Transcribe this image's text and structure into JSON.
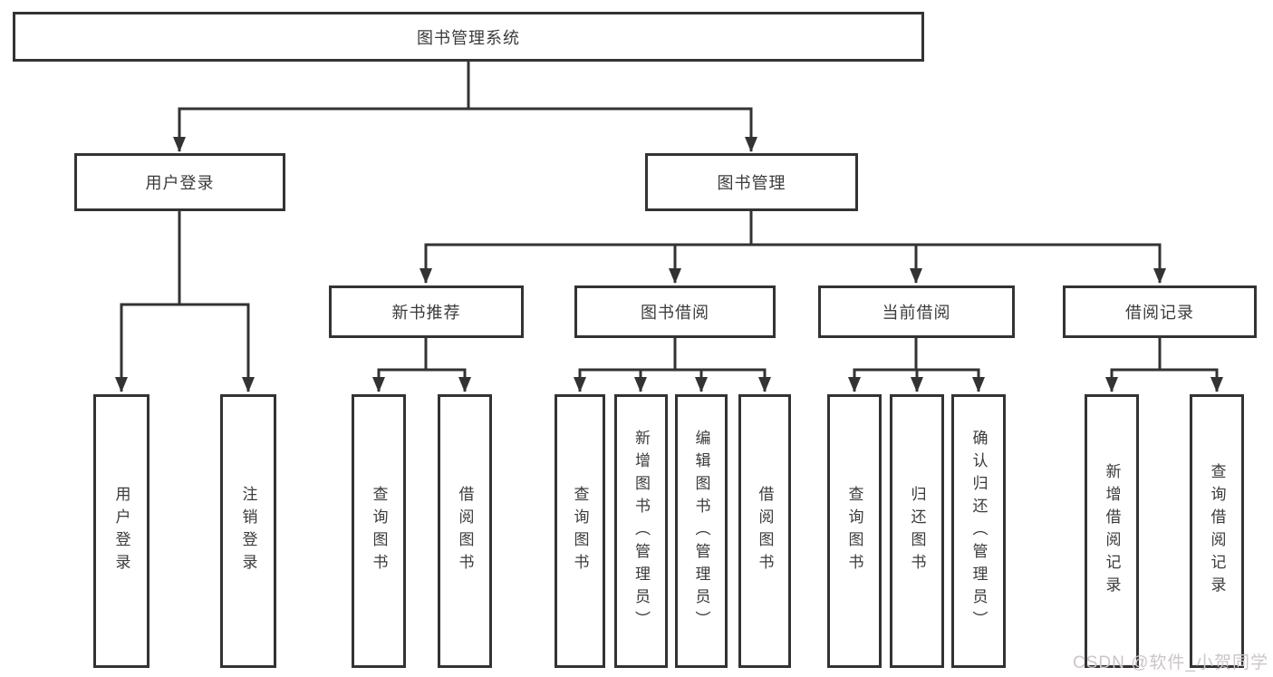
{
  "tree": {
    "root": {
      "label": "图书管理系统"
    },
    "level2": [
      {
        "label": "用户登录"
      },
      {
        "label": "图书管理"
      }
    ],
    "level3": [
      {
        "label": "新书推荐",
        "parent": "图书管理"
      },
      {
        "label": "图书借阅",
        "parent": "图书管理"
      },
      {
        "label": "当前借阅",
        "parent": "图书管理"
      },
      {
        "label": "借阅记录",
        "parent": "图书管理"
      }
    ],
    "leaves": [
      {
        "label": "用户登录",
        "parent": "用户登录"
      },
      {
        "label": "注销登录",
        "parent": "用户登录"
      },
      {
        "label": "查询图书",
        "parent": "新书推荐"
      },
      {
        "label": "借阅图书",
        "parent": "新书推荐"
      },
      {
        "label": "查询图书",
        "parent": "图书借阅"
      },
      {
        "label": "新增图书（管理员）",
        "parent": "图书借阅"
      },
      {
        "label": "编辑图书（管理员）",
        "parent": "图书借阅"
      },
      {
        "label": "借阅图书",
        "parent": "图书借阅"
      },
      {
        "label": "查询图书",
        "parent": "当前借阅"
      },
      {
        "label": "归还图书",
        "parent": "当前借阅"
      },
      {
        "label": "确认归还（管理员）",
        "parent": "当前借阅"
      },
      {
        "label": "新增借阅记录",
        "parent": "借阅记录"
      },
      {
        "label": "查询借阅记录",
        "parent": "借阅记录"
      }
    ]
  },
  "watermark": "CSDN @软件_小贺同学",
  "colors": {
    "line": "#333333",
    "box_background": "#ffffff",
    "text": "#3b3b3b",
    "watermark": "#cdc5c5"
  }
}
